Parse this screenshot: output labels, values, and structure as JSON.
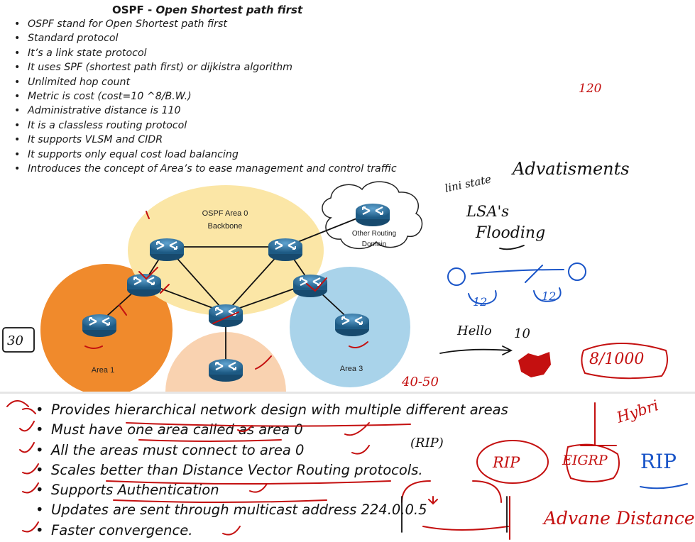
{
  "title": {
    "bold": "OSPF - ",
    "italic": "Open Shortest path first"
  },
  "top_bullets": [
    "OSPF stand for Open Shortest path first",
    "Standard protocol",
    "It’s a link state protocol",
    "It uses SPF (shortest path first) or dijkistra algorithm",
    "Unlimited hop count",
    "Metric is cost (cost=10 ^8/B.W.)",
    "Administrative distance is 110",
    "It is a classless routing protocol",
    "It supports VLSM and CIDR",
    "It supports only equal cost load balancing",
    "Introduces the concept of Area’s to ease management and control traffic"
  ],
  "diagram": {
    "area0": "OSPF Area 0",
    "backbone": "Backbone",
    "other_domain_1": "Other Routing",
    "other_domain_2": "Domain",
    "area1": "Area 1",
    "area3": "Area 3",
    "colors": {
      "area0": "#fbe6a6",
      "area1": "#f08a2c",
      "area2": "#f9d2b0",
      "area3": "#a9d3ea",
      "router": "#2a6f9e"
    }
  },
  "bottom_bullets": [
    "Provides hierarchical network design with multiple different areas",
    "Must have one area called as area 0",
    "All the areas must connect to area 0",
    "Scales better than Distance Vector Routing protocols.",
    "Supports  Authentication",
    "Updates are sent through multicast address 224.0.0.5",
    "Faster convergence."
  ],
  "annotations": {
    "n120": "120",
    "link_state": "lini state",
    "advertisements": "Advatisments",
    "lsa": "LSA's",
    "flooding": "Flooding",
    "l12a": "12",
    "l12b": "12",
    "hello": "Hello",
    "ten": "10",
    "eight_thousand": "8/1000",
    "left_box": "30",
    "forty_fifty": "40-50",
    "rip_paren": "(RIP)",
    "rip_circle": "RIP",
    "eigrp": "EIGRP",
    "rip_blue": "RIP",
    "hybrid": "Hybri",
    "advance": "Advane Distance"
  }
}
